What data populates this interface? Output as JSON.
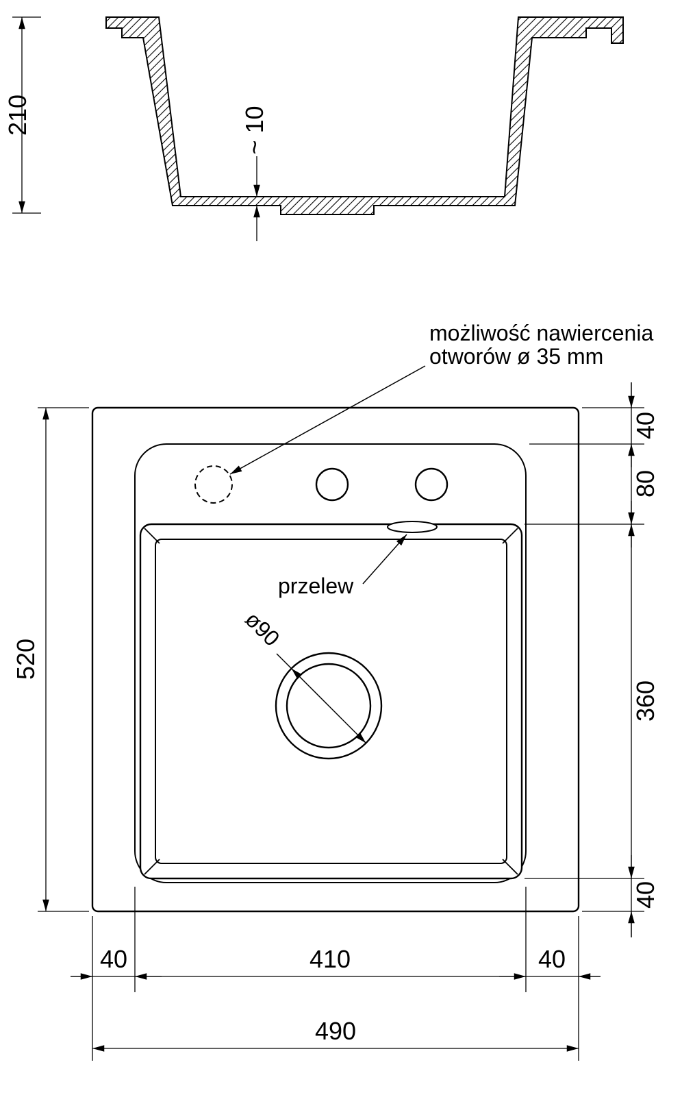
{
  "drawing": {
    "colors": {
      "ink": "#000000",
      "paper": "#ffffff"
    },
    "section": {
      "dim_total_depth": "210",
      "dim_bottom_thickness": "~ 10"
    },
    "plan": {
      "note_drill_line1": "możliwość nawiercenia",
      "note_drill_line2": "otworów ø 35 mm",
      "label_overflow": "przelew",
      "dim_drain_diameter": "ø90",
      "dim_top_offset": "40",
      "dim_deck_height": "80",
      "dim_bowl_depth": "360",
      "dim_bottom_offset": "40",
      "dim_total_height": "520",
      "dim_left_offset": "40",
      "dim_bowl_width": "410",
      "dim_right_offset": "40",
      "dim_total_width": "490"
    }
  }
}
